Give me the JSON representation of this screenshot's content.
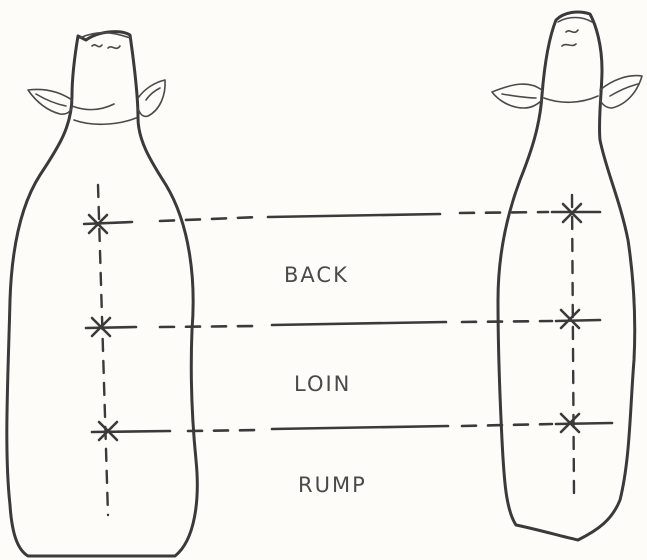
{
  "labels": {
    "back": "BACK",
    "loin": "LOIN",
    "rump": "RUMP"
  }
}
